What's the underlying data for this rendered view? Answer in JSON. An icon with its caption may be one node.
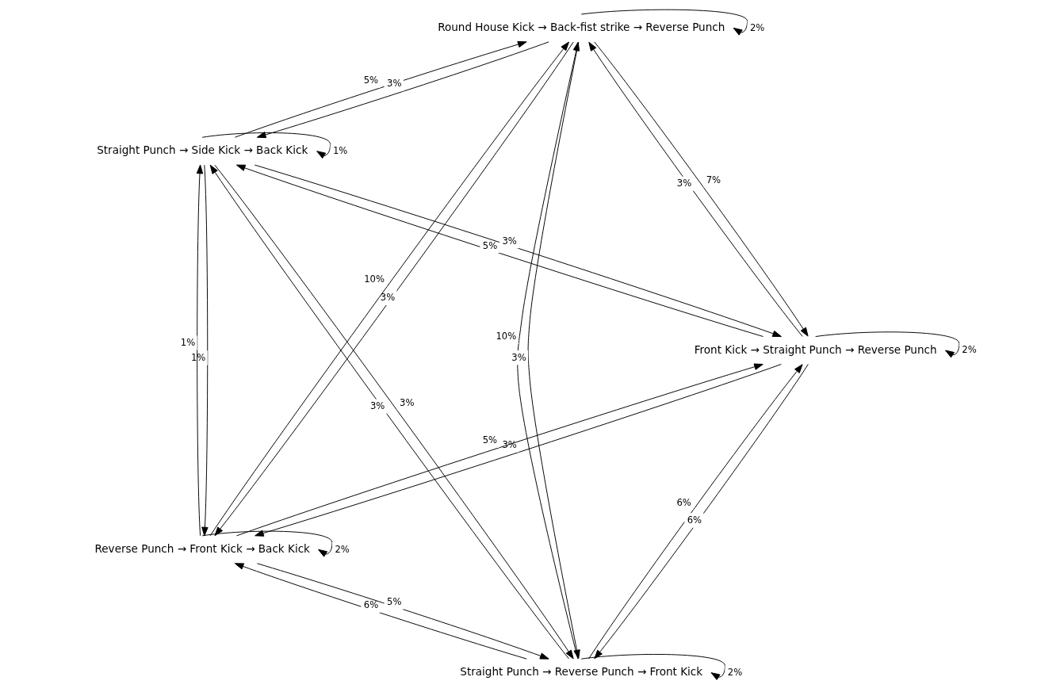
{
  "diagram": {
    "nodes": [
      {
        "text": [
          "Straight Punch → Reverse Punch → Front Kick"
        ]
      },
      {
        "text": [
          "Front Kick → Straight Punch → Reverse Punch"
        ]
      },
      {
        "text": [
          "Straight Punch → Side Kick → Back Kick"
        ]
      },
      {
        "text": [
          "Round House Kick → Back-fist strike → Reverse Punch"
        ]
      },
      {
        "text": [
          "Reverse Punch → Front Kick → Back Kick"
        ]
      }
    ],
    "edges": [
      {
        "from": 0,
        "to": 0,
        "arrow": "to",
        "label": "2%"
      },
      {
        "from": 0,
        "to": 1,
        "arrow": "to",
        "label": "6%"
      },
      {
        "from": 1,
        "to": 0,
        "arrow": "to",
        "label": "6%"
      },
      {
        "from": 1,
        "to": 1,
        "arrow": "to",
        "label": "2%"
      },
      {
        "from": 0,
        "to": 3,
        "arrow": "to",
        "label": "10%"
      },
      {
        "from": 3,
        "to": 0,
        "arrow": "to",
        "label": "3%"
      },
      {
        "from": 0,
        "to": 4,
        "arrow": "to",
        "label": "6%"
      },
      {
        "from": 4,
        "to": 0,
        "arrow": "to",
        "label": "5%"
      },
      {
        "from": 2,
        "to": 0,
        "arrow": "to",
        "label": "3%"
      },
      {
        "from": 0,
        "to": 2,
        "arrow": "to",
        "label": "3%"
      },
      {
        "from": 2,
        "to": 2,
        "arrow": "to",
        "label": "1%"
      },
      {
        "from": 2,
        "to": 1,
        "arrow": "to",
        "label": "3%"
      },
      {
        "from": 1,
        "to": 2,
        "arrow": "to",
        "label": "5%"
      },
      {
        "from": 1,
        "to": 3,
        "arrow": "to",
        "label": "3%"
      },
      {
        "from": 3,
        "to": 1,
        "arrow": "to",
        "label": "7%"
      },
      {
        "from": 4,
        "to": 1,
        "arrow": "to",
        "label": "5%"
      },
      {
        "from": 1,
        "to": 4,
        "arrow": "to",
        "label": "3%"
      },
      {
        "from": 2,
        "to": 3,
        "arrow": "to",
        "label": "5%"
      },
      {
        "from": 3,
        "to": 2,
        "arrow": "to",
        "label": "3%"
      },
      {
        "from": 2,
        "to": 4,
        "arrow": "to",
        "label": "1%"
      },
      {
        "from": 4,
        "to": 2,
        "arrow": "to",
        "label": "1%"
      },
      {
        "from": 4,
        "to": 3,
        "arrow": "to",
        "label": "10%"
      },
      {
        "from": 3,
        "to": 4,
        "arrow": "to",
        "label": "3%"
      },
      {
        "from": 3,
        "to": 3,
        "arrow": "to",
        "label": "2%"
      },
      {
        "from": 4,
        "to": 4,
        "arrow": "to",
        "label": "2%"
      }
    ]
  }
}
